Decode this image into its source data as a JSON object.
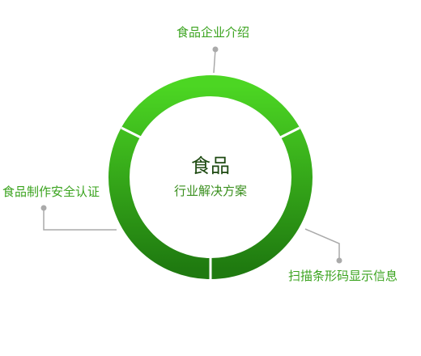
{
  "center": {
    "title": "食品",
    "subtitle": "行业解决方案"
  },
  "segments": [
    {
      "label": "食品企业介绍"
    },
    {
      "label": "扫描条形码显示信息"
    },
    {
      "label": "食品制作安全认证"
    }
  ],
  "colors": {
    "ring_light": "#4cd623",
    "ring_dark": "#1f7a10",
    "label_text": "#3aa31e",
    "title_text": "#1e4a12",
    "subtitle_text": "#3a8f1e",
    "connector": "#aaaaaa"
  }
}
